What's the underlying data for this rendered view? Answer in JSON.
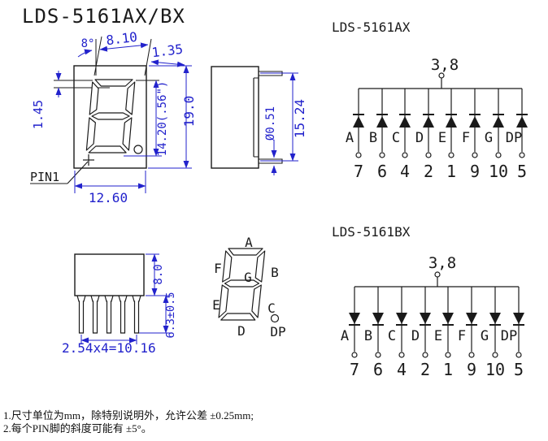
{
  "title": "LDS-5161AX/BX",
  "colors": {
    "dimension_blue": "#2222cc",
    "drawing_black": "#1a1a1a"
  },
  "front_view": {
    "pin1_label": "PIN1",
    "dim_angle": "8°",
    "dim_top_width": "8.10",
    "dim_top_offset": "1.35",
    "dim_seg_thickness": "1.45",
    "dim_digit_height": "14.20(.56\")",
    "dim_body_height": "19.0",
    "dim_body_width": "12.60"
  },
  "side_view": {
    "dim_pin_diameter": "Ø0.51",
    "dim_pin_spacing": "15.24"
  },
  "bottom_view": {
    "dim_body_depth": "8.0",
    "dim_pin_length": "6.3±0.5",
    "dim_pin_pitch": "2.54x4=10.16"
  },
  "segment_map": {
    "a": "A",
    "b": "B",
    "c": "C",
    "d": "D",
    "e": "E",
    "f": "F",
    "g": "G",
    "dp": "DP"
  },
  "circuit_ax": {
    "title": "LDS-5161AX",
    "common_pins": "3,8",
    "segments": [
      "A",
      "B",
      "C",
      "D",
      "E",
      "F",
      "G",
      "DP"
    ],
    "pin_numbers": [
      "7",
      "6",
      "4",
      "2",
      "1",
      "9",
      "10",
      "5"
    ]
  },
  "circuit_bx": {
    "title": "LDS-5161BX",
    "common_pins": "3,8",
    "segments": [
      "A",
      "B",
      "C",
      "D",
      "E",
      "F",
      "G",
      "DP"
    ],
    "pin_numbers": [
      "7",
      "6",
      "4",
      "2",
      "1",
      "9",
      "10",
      "5"
    ]
  },
  "notes": [
    "1.尺寸单位为mm，除特别说明外，允许公差 ±0.25mm;",
    "2.每个PIN脚的斜度可能有 ±5°。"
  ]
}
